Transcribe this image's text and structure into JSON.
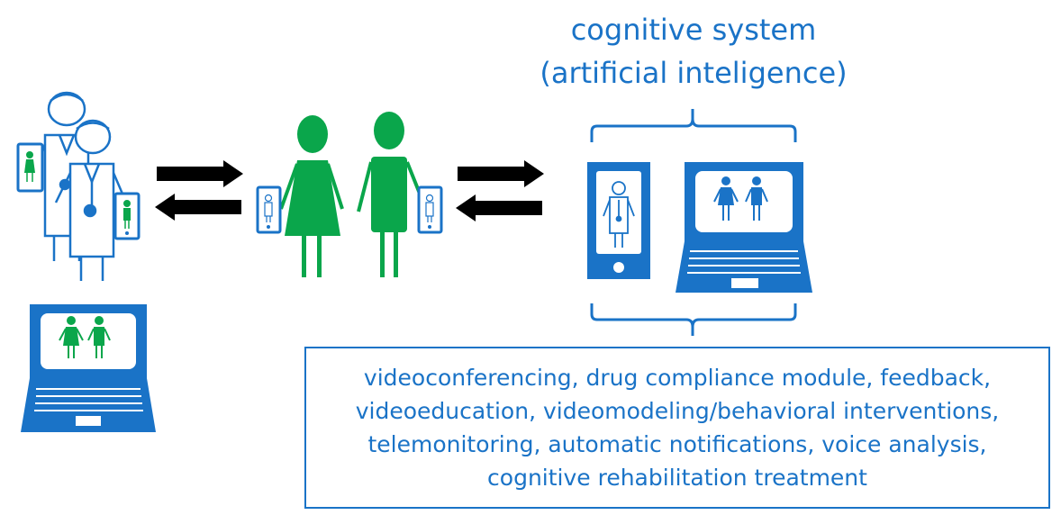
{
  "cognitive_system": {
    "title_line1": "cognitive system",
    "title_line2": "(artificial inteligence)"
  },
  "features": {
    "lines": [
      "videoconferencing, drug compliance module, feedback,",
      "videoeducation, videomodeling/behavioral interventions,",
      "telemonitoring, automatic notifications, voice analysis,",
      "cognitive rehabilitation treatment"
    ]
  },
  "colors": {
    "blue": "#1a73c7",
    "green": "#0aa64b",
    "black": "#000000"
  }
}
